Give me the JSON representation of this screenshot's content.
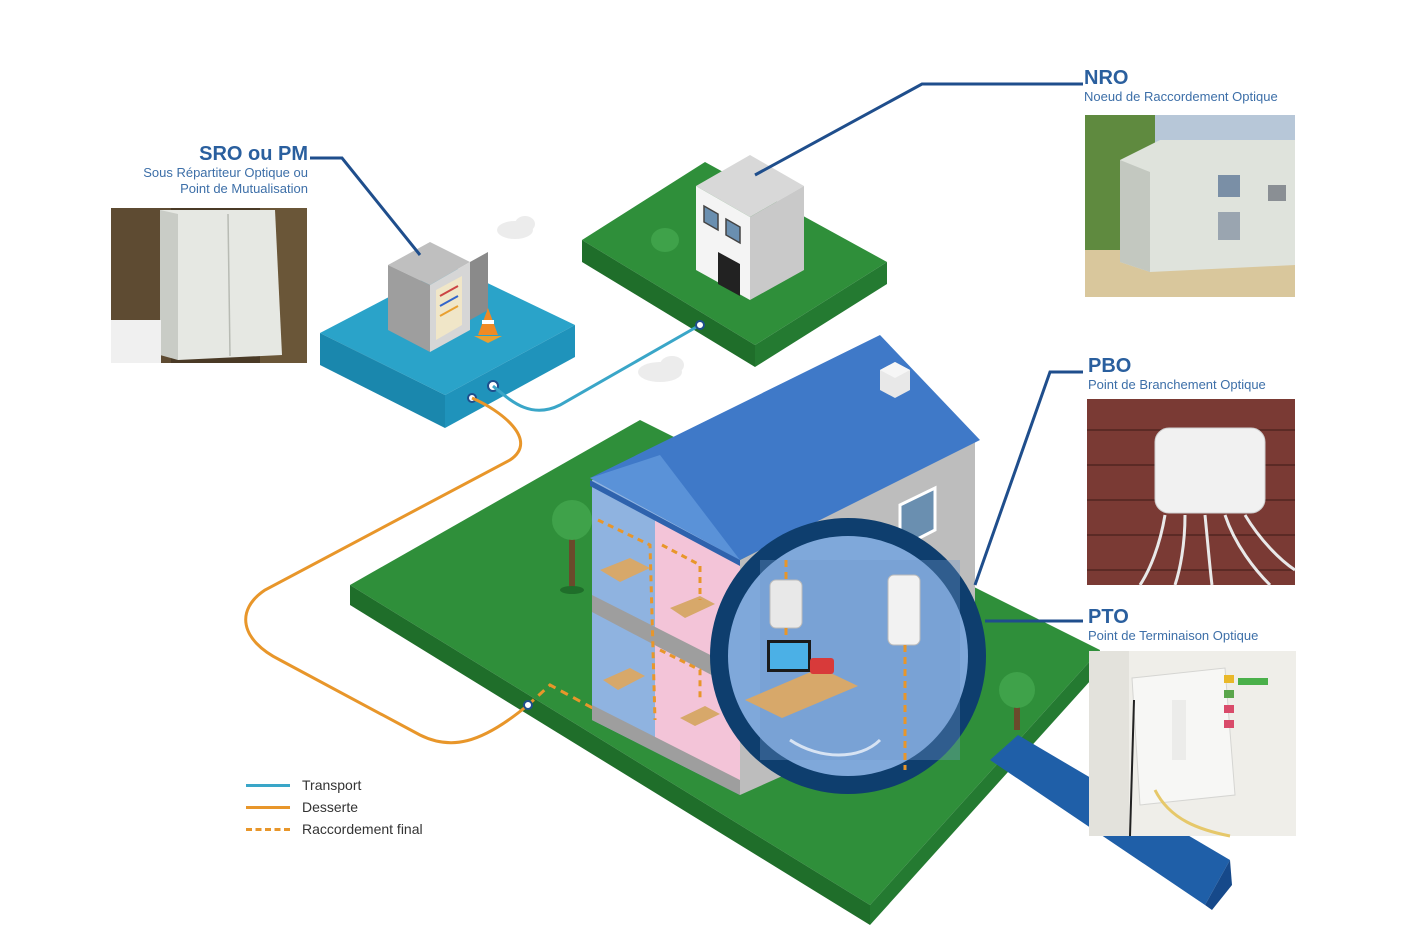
{
  "labels": {
    "nro": {
      "title": "NRO",
      "subtitle": "Noeud de Raccordement Optique"
    },
    "sro": {
      "title": "SRO ou PM",
      "subtitle_line1": "Sous Répartiteur Optique ou",
      "subtitle_line2": "Point de Mutualisation"
    },
    "pbo": {
      "title": "PBO",
      "subtitle": "Point de Branchement Optique"
    },
    "pto": {
      "title": "PTO",
      "subtitle": "Point de Terminaison Optique"
    }
  },
  "legend": [
    {
      "label": "Transport",
      "color": "#3aa6c8",
      "style": "solid"
    },
    {
      "label": "Desserte",
      "color": "#e8962a",
      "style": "solid"
    },
    {
      "label": "Raccordement final",
      "color": "#e8962a",
      "style": "dashed"
    }
  ],
  "colors": {
    "title_blue": "#2a5f9e",
    "leader_line": "#1f4e8c",
    "grass": "#2f8f3a",
    "water_platform": "#2aa3c9",
    "roof": "#3f79c8",
    "transport": "#3aa6c8",
    "desserte": "#e8962a"
  },
  "icons": [
    "cabinet-icon",
    "building-icon",
    "house-icon",
    "magnifier-icon",
    "tree-icon",
    "cloud-icon",
    "traffic-cone-icon"
  ]
}
